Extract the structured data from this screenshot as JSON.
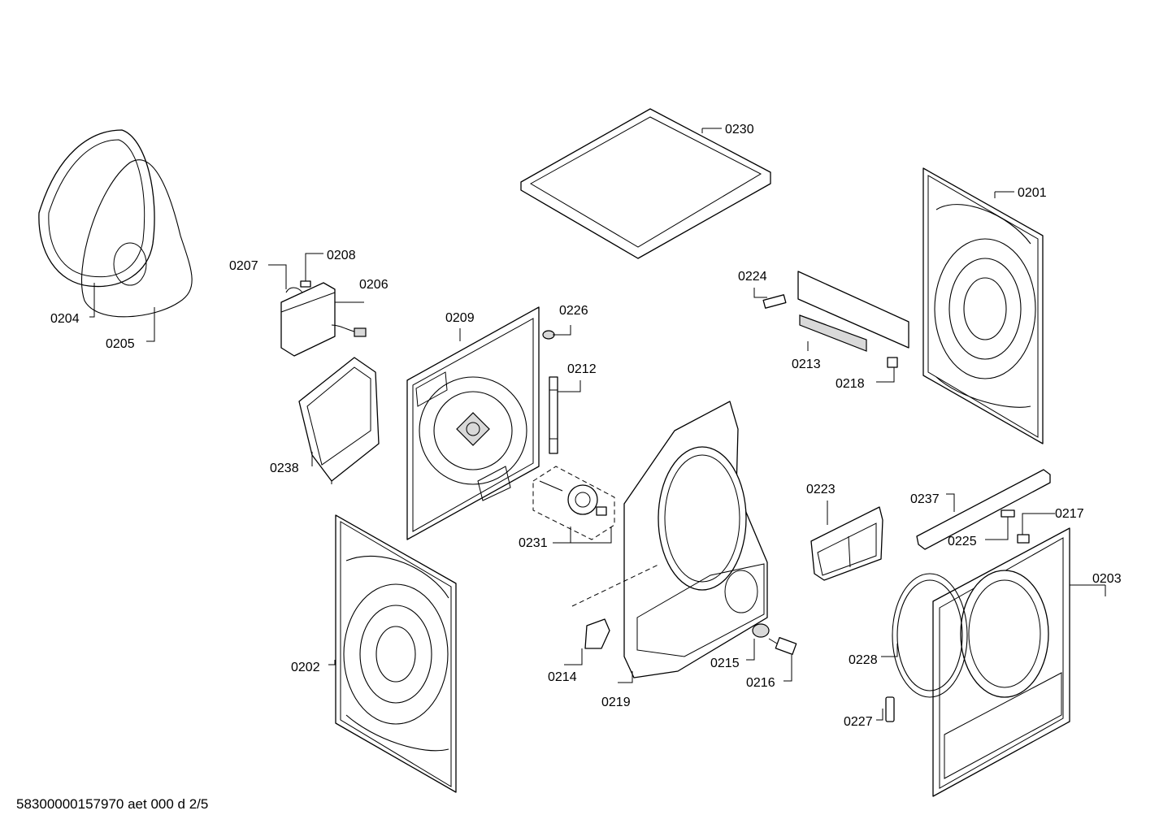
{
  "parts": {
    "p0201": "0201",
    "p0202": "0202",
    "p0203": "0203",
    "p0204": "0204",
    "p0205": "0205",
    "p0206": "0206",
    "p0207": "0207",
    "p0208": "0208",
    "p0209": "0209",
    "p0212": "0212",
    "p0213": "0213",
    "p0214": "0214",
    "p0215": "0215",
    "p0216": "0216",
    "p0217": "0217",
    "p0218": "0218",
    "p0219": "0219",
    "p0223": "0223",
    "p0224": "0224",
    "p0225": "0225",
    "p0226": "0226",
    "p0227": "0227",
    "p0228": "0228",
    "p0230": "0230",
    "p0231": "0231",
    "p0237": "0237",
    "p0238": "0238"
  },
  "footer": {
    "code": "58300000157970 aet 000 d 2/5"
  }
}
